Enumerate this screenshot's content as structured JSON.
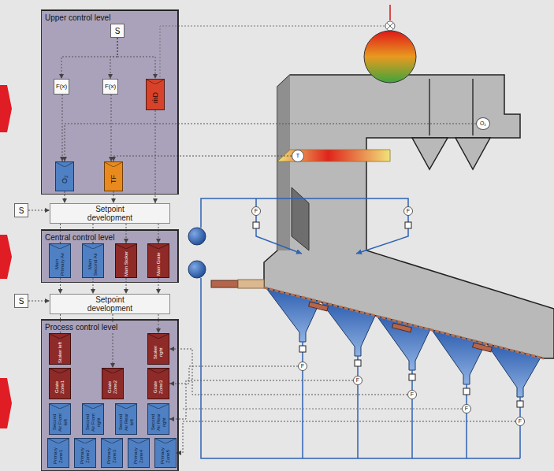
{
  "diagram": {
    "nodes": [
      {
        "text": [
          "Upper control level"
        ]
      },
      {
        "text": [
          "S"
        ],
        "in": 0
      },
      {
        "text": [
          "F(x)"
        ],
        "in": 0
      },
      {
        "text": [
          "F(x)"
        ],
        "in": 0
      },
      {
        "text": [
          "ṁD"
        ],
        "in": 0
      },
      {
        "text": [
          "O₂"
        ],
        "in": 0
      },
      {
        "text": [
          "TF"
        ],
        "in": 0
      },
      {
        "text": [
          "S"
        ]
      },
      {
        "text": [
          "Setpoint development"
        ]
      },
      {
        "text": [
          "Central control level"
        ]
      },
      {
        "text": [
          "Main Primary Air"
        ],
        "in": 9
      },
      {
        "text": [
          "Main Second Air"
        ],
        "in": 9
      },
      {
        "text": [
          "Main Stoker"
        ],
        "in": 9
      },
      {
        "text": [
          "Main Grate"
        ],
        "in": 9
      },
      {
        "text": [
          "S"
        ]
      },
      {
        "text": [
          "Setpoint development"
        ]
      },
      {
        "text": [
          "Process control level"
        ]
      },
      {
        "text": [
          "Stoker left"
        ],
        "in": 16
      },
      {
        "text": [
          "Stoker right"
        ],
        "in": 16
      },
      {
        "text": [
          "Grate Zone1"
        ],
        "in": 16
      },
      {
        "text": [
          "Grate Zone2"
        ],
        "in": 16
      },
      {
        "text": [
          "Grate Zone3"
        ],
        "in": 16
      },
      {
        "text": [
          "Second Air Front left"
        ],
        "in": 16
      },
      {
        "text": [
          "Second Air Front right"
        ],
        "in": 16
      },
      {
        "text": [
          "Second Air Rear left"
        ],
        "in": 16
      },
      {
        "text": [
          "Second Air Rear right"
        ],
        "in": 16
      },
      {
        "text": [
          "Primary Zone1"
        ],
        "in": 16
      },
      {
        "text": [
          "Primary Zone2"
        ],
        "in": 16
      },
      {
        "text": [
          "Primary Zone3"
        ],
        "in": 16
      },
      {
        "text": [
          "Primary Zone4"
        ],
        "in": 16
      },
      {
        "text": [
          "Primary Zone5"
        ],
        "in": 16
      },
      {
        "text": [
          "O₂"
        ]
      },
      {
        "text": [
          "T"
        ]
      },
      {
        "text": [
          "F"
        ]
      },
      {
        "text": [
          "F"
        ]
      },
      {
        "text": [
          "F"
        ]
      },
      {
        "text": [
          "F"
        ]
      },
      {
        "text": [
          "F"
        ]
      },
      {
        "text": [
          "F"
        ]
      },
      {
        "text": [
          "F"
        ]
      }
    ],
    "edges": [
      {
        "from": 1,
        "to": 2,
        "arrow": "to"
      },
      {
        "from": 1,
        "to": 3,
        "arrow": "to"
      },
      {
        "from": 1,
        "to": 4,
        "arrow": "to"
      },
      {
        "from": 2,
        "to": 5,
        "arrow": "to"
      },
      {
        "from": 3,
        "to": 6,
        "arrow": "to"
      },
      {
        "from": 4,
        "to": 8,
        "arrow": "to"
      },
      {
        "from": 5,
        "to": 8,
        "arrow": "to"
      },
      {
        "from": 6,
        "to": 8,
        "arrow": "to"
      },
      {
        "from": 7,
        "to": 8,
        "arrow": "to"
      },
      {
        "from": 8,
        "to": 10,
        "arrow": "to"
      },
      {
        "from": 8,
        "to": 11,
        "arrow": "to"
      },
      {
        "from": 8,
        "to": 12,
        "arrow": "to"
      },
      {
        "from": 8,
        "to": 13,
        "arrow": "to"
      },
      {
        "from": 10,
        "to": 15,
        "arrow": "to"
      },
      {
        "from": 11,
        "to": 15,
        "arrow": "to"
      },
      {
        "from": 12,
        "to": 15,
        "arrow": "to"
      },
      {
        "from": 13,
        "to": 15,
        "arrow": "to"
      },
      {
        "from": 14,
        "to": 15,
        "arrow": "to"
      },
      {
        "from": 15,
        "to": 17,
        "arrow": "to"
      },
      {
        "from": 15,
        "to": 18,
        "arrow": "to"
      },
      {
        "from": 15,
        "to": 20,
        "arrow": "to"
      },
      {
        "from": 31,
        "to": 5,
        "arrow": "to"
      },
      {
        "from": 32,
        "to": 6,
        "arrow": "to"
      },
      {
        "from": 35,
        "to": 21,
        "arrow": "to"
      },
      {
        "from": 36,
        "to": 25,
        "arrow": "to"
      },
      {
        "from": 37,
        "to": 18,
        "arrow": "to"
      },
      {
        "from": 39,
        "to": 30,
        "arrow": "to"
      }
    ]
  }
}
